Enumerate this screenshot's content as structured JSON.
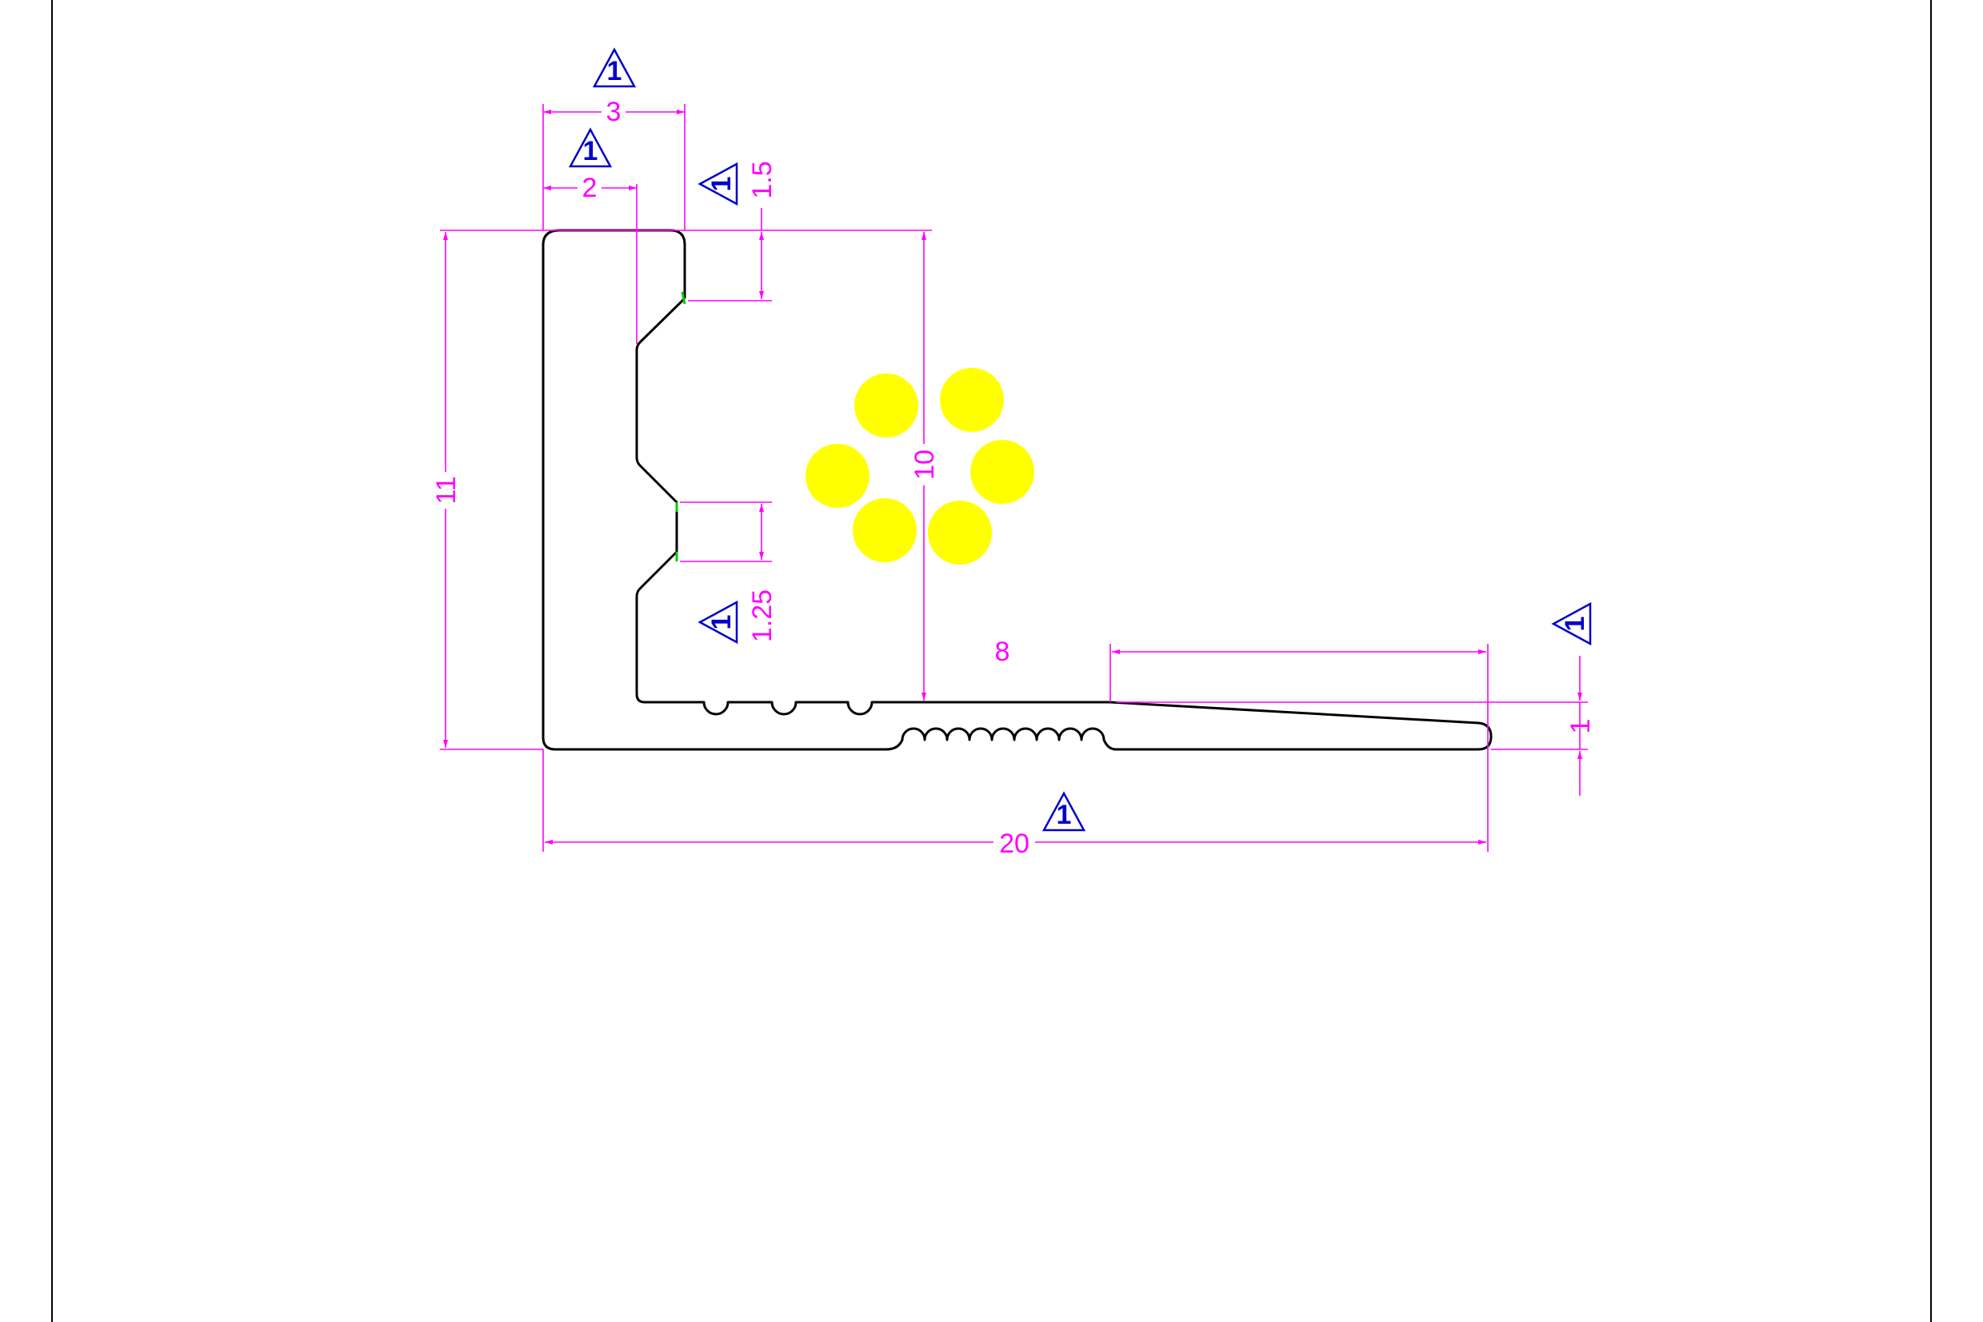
{
  "colors": {
    "background": "#ffffff",
    "profile": "#000000",
    "dimension": "#ff00ff",
    "revision": "#0000cc",
    "pattern": "#ffff00",
    "accent": "#00cc00",
    "frame": "#000000"
  },
  "dimensions": {
    "width_3": "3",
    "width_2": "2",
    "height_1_5": "1.5",
    "height_11": "11",
    "height_10": "10",
    "height_1_25": "1.25",
    "length_8": "8",
    "thickness_1": "1",
    "length_20": "20"
  },
  "revision_marker": "1",
  "icons": {
    "revision": "revision-triangle-icon",
    "dot": "yellow-dot-icon"
  }
}
